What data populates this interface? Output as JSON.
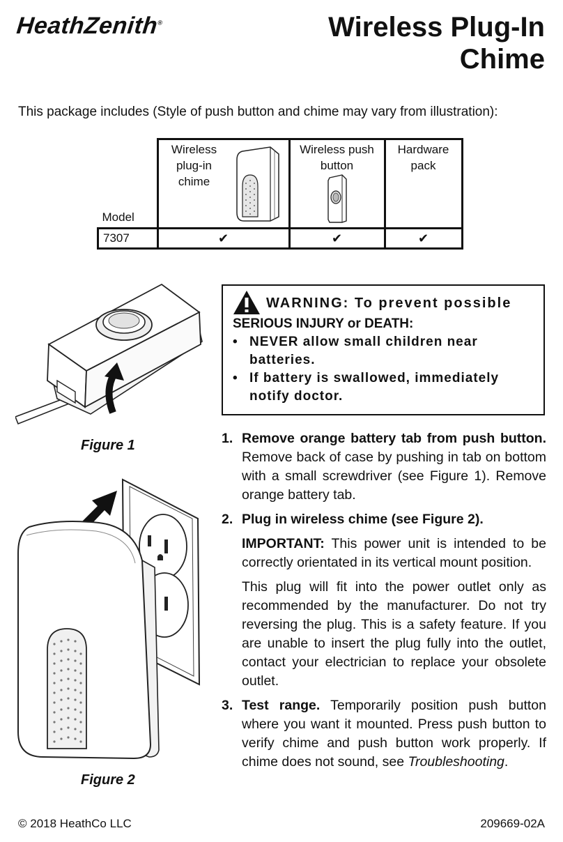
{
  "header": {
    "brand": "HeathZenith",
    "brand_mark": "®",
    "title_line1": "Wireless Plug-In",
    "title_line2": "Chime"
  },
  "package": {
    "intro": "This package includes (Style of push button and chime may vary from illustration):",
    "model_header": "Model",
    "columns": [
      {
        "label_lines": [
          "Wireless",
          "plug-in",
          "chime"
        ],
        "icon": "plug-in-chime-icon"
      },
      {
        "label_lines": [
          "Wireless push",
          "button"
        ],
        "icon": "push-button-icon"
      },
      {
        "label_lines": [
          "Hardware",
          "pack"
        ]
      }
    ],
    "rows": [
      {
        "model": "7307",
        "checks": [
          "✔",
          "✔",
          "✔"
        ]
      }
    ]
  },
  "warning": {
    "icon": "warning-triangle-icon",
    "title": "WARNING: To prevent possible",
    "subtitle": "SERIOUS INJURY or DEATH:",
    "bullets": [
      "NEVER allow small children near batteries.",
      "If battery is swallowed, immediately notify doctor."
    ]
  },
  "figures": {
    "figure1_label": "Figure 1",
    "figure2_label": "Figure 2"
  },
  "steps": [
    {
      "num": "1.",
      "bold": "Remove orange battery tab from push button.",
      "text": " Remove back of case by pushing in tab on bottom with a small screwdriver (see Figure 1). Remove orange battery tab."
    },
    {
      "num": "2.",
      "bold": "Plug in wireless chime (see Figure 2).",
      "important_label": "IMPORTANT:",
      "important_text": " This power unit is intended to be correctly orientated in its vertical mount position.",
      "para2": "This plug will fit into the power outlet only as recommended by the manufacturer. Do not try reversing the plug. This is a safety feature. If you are unable to insert the plug fully into the outlet, contact your electrician to replace your obsolete outlet."
    },
    {
      "num": "3.",
      "bold": "Test range.",
      "text": " Temporarily position push button where you want it mounted. Press push button to verify chime and push button work properly. If chime does not sound, see ",
      "italic_ref": "Troubleshooting",
      "end": "."
    }
  ],
  "footer": {
    "copyright": "© 2018 HeathCo LLC",
    "doc_number": "209669-02A"
  }
}
